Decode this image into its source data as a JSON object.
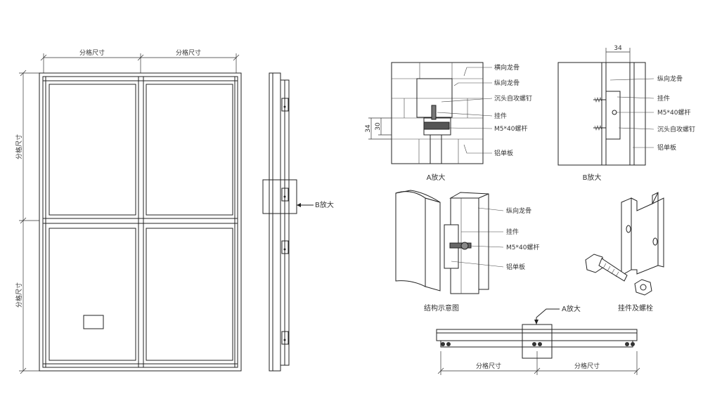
{
  "elevation": {
    "dim_top_left": "分格尺寸",
    "dim_top_right": "分格尺寸",
    "dim_left_upper": "分格尺寸",
    "dim_left_lower": "分格尺寸"
  },
  "side_view": {
    "callout_b": "B放大"
  },
  "detail_a": {
    "dim_outer": "34",
    "dim_inner": "30",
    "labels": [
      "横向龙骨",
      "纵向龙骨",
      "沉头自攻螺钉",
      "挂件",
      "M5*40螺杆",
      "铝单板"
    ],
    "caption": "A放大"
  },
  "detail_b": {
    "dim_top": "34",
    "labels": [
      "纵向龙骨",
      "挂件",
      "M5*40螺杆",
      "沉头自攻螺钉",
      "铝单板"
    ],
    "caption": "B放大"
  },
  "structure": {
    "labels": [
      "纵向龙骨",
      "挂件",
      "M5*40螺杆",
      "铝单板"
    ],
    "caption": "结构示意图"
  },
  "parts": {
    "caption": "挂件及螺栓"
  },
  "plan": {
    "callout_a": "A放大",
    "dim_left": "分格尺寸",
    "dim_right": "分格尺寸"
  }
}
